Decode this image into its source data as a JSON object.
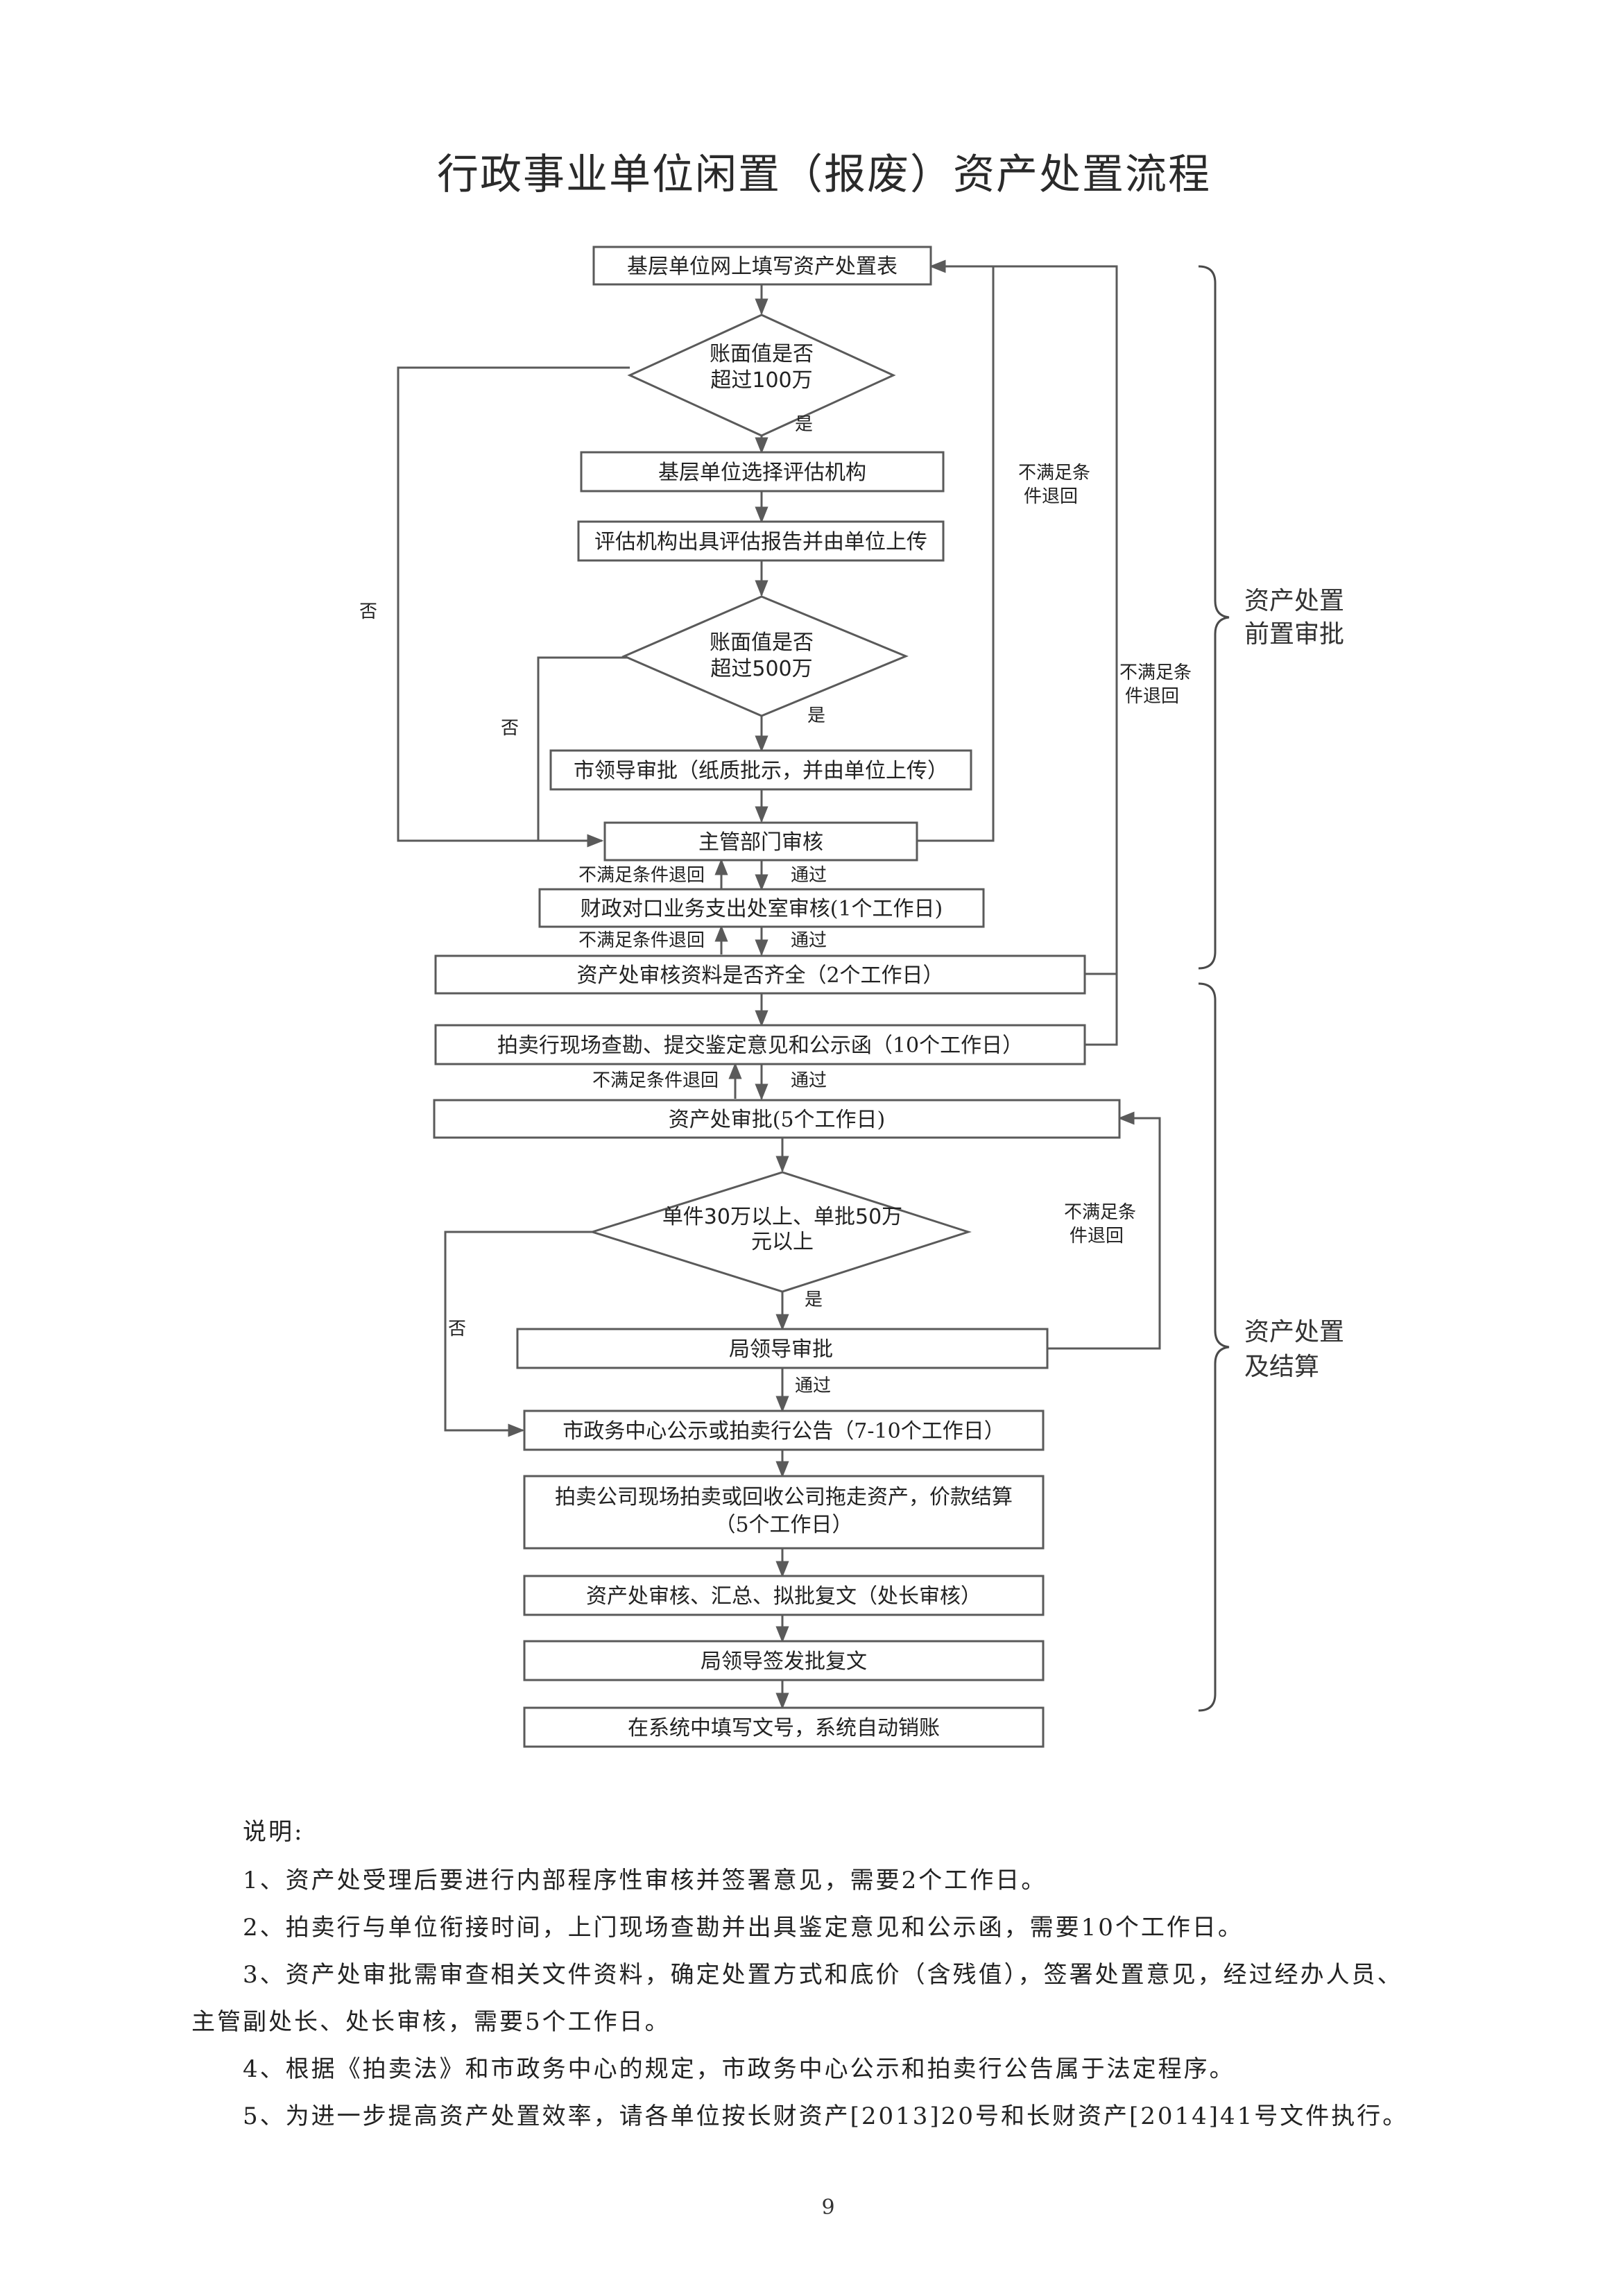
{
  "title": "行政事业单位闲置（报废）资产处置流程",
  "steps": {
    "s1": "基层单位网上填写资产处置表",
    "d1": [
      "账面值是否",
      "超过100万"
    ],
    "s2": "基层单位选择评估机构",
    "s3": "评估机构出具评估报告并由单位上传",
    "d2": [
      "账面值是否",
      "超过500万"
    ],
    "s4": "市领导审批（纸质批示，并由单位上传）",
    "s5": "主管部门审核",
    "s6": "财政对口业务支出处室审核(1个工作日)",
    "s7": "资产处审核资料是否齐全（2个工作日）",
    "s8": "拍卖行现场查勘、提交鉴定意见和公示函（10个工作日）",
    "s9": "资产处审批(5个工作日)",
    "d3": [
      "单件30万以上、单批50万",
      "元以上"
    ],
    "s10": "局领导审批",
    "s11": "市政务中心公示或拍卖行公告（7-10个工作日）",
    "s12": [
      "拍卖公司现场拍卖或回收公司拖走资产，价款结算",
      "（5个工作日）"
    ],
    "s13": "资产处审核、汇总、拟批复文（处长审核）",
    "s14": "局领导签发批复文",
    "s15": "在系统中填写文号，系统自动销账"
  },
  "labels": {
    "yes": "是",
    "no": "否",
    "pass": "通过",
    "return_inline": "不满足条件退回",
    "return_stacked": [
      "不满足条",
      "件退回"
    ]
  },
  "phases": {
    "p1": [
      "资产处置",
      "前置审批"
    ],
    "p2": [
      "资产处置",
      "及结算"
    ]
  },
  "notes": {
    "heading": "说明:",
    "items": [
      "1、资产处受理后要进行内部程序性审核并签署意见，需要2个工作日。",
      "2、拍卖行与单位衔接时间，上门现场查勘并出具鉴定意见和公示函，需要10个工作日。",
      "3、资产处审批需审查相关文件资料，确定处置方式和底价（含残值），签署处置意见，经过经办人员、",
      "主管副处长、处长审核，需要5个工作日。",
      "4、根据《拍卖法》和市政务中心的规定，市政务中心公示和拍卖行公告属于法定程序。",
      "5、为进一步提高资产处置效率，请各单位按长财资产[2013]20号和长财资产[2014]41号文件执行。"
    ]
  },
  "page_number": "9"
}
